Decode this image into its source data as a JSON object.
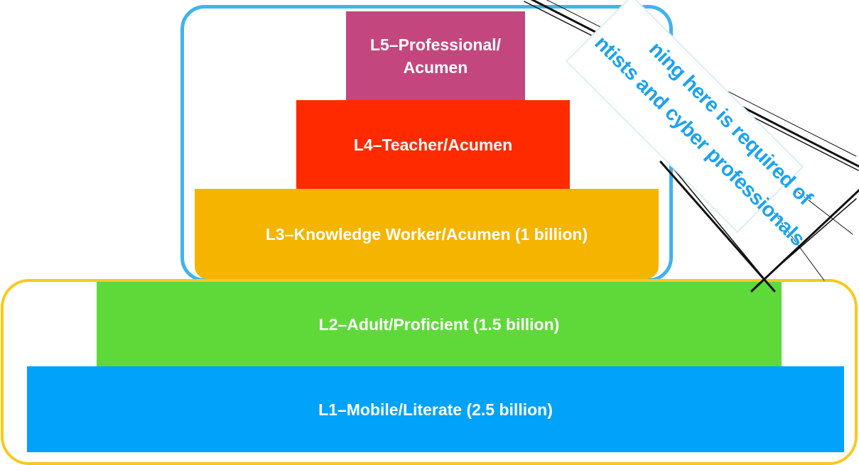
{
  "pyramid": {
    "levels": [
      {
        "label": "L5–Professional/\nAcumen",
        "color": "#c4467e"
      },
      {
        "label": "L4–Teacher/Acumen",
        "color": "#ff2a00"
      },
      {
        "label": "L3–Knowledge Worker/Acumen (1 billion)",
        "color": "#f5b400"
      },
      {
        "label": "L2–Adult/Proficient (1.5 billion)",
        "color": "#5fd93a"
      },
      {
        "label": "L1–Mobile/Literate (2.5 billion)",
        "color": "#00a2fa"
      }
    ]
  },
  "groups": {
    "upper_outline_color": "#3fb3f0",
    "lower_outline_color": "#f7c91a"
  },
  "banner": {
    "line1": "ning here is required of",
    "line2": "ntists and cyber professionals",
    "text_color": "#1aa3f0"
  }
}
